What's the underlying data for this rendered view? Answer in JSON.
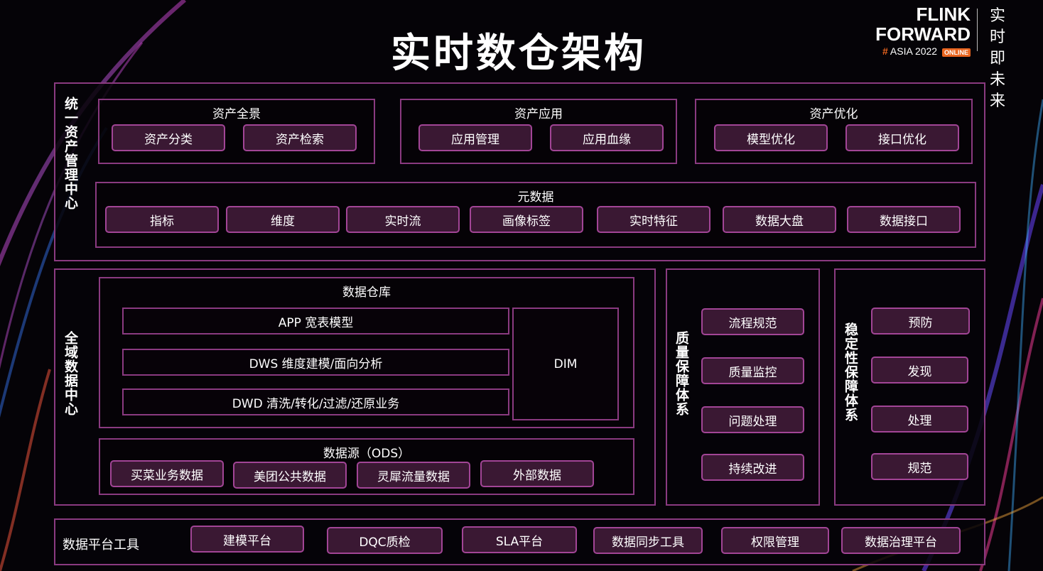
{
  "title": "实时数仓架构",
  "logo": {
    "line1": "FLINK",
    "line2": "FORWARD",
    "hash": "#",
    "line3": "ASIA 2022",
    "badge": "ONLINE",
    "slogan": "实时即未来"
  },
  "asset_center": {
    "side_label": "统一资产管理中心",
    "groups": [
      {
        "title": "资产全景",
        "items": [
          "资产分类",
          "资产检索"
        ]
      },
      {
        "title": "资产应用",
        "items": [
          "应用管理",
          "应用血缘"
        ]
      },
      {
        "title": "资产优化",
        "items": [
          "模型优化",
          "接口优化"
        ]
      }
    ],
    "metadata": {
      "title": "元数据",
      "items": [
        "指标",
        "维度",
        "实时流",
        "画像标签",
        "实时特征",
        "数据大盘",
        "数据接口"
      ]
    }
  },
  "data_center": {
    "side_label": "全域数据中心",
    "warehouse": {
      "title": "数据仓库",
      "layers": [
        "APP 宽表模型",
        "DWS 维度建模/面向分析",
        "DWD 清洗/转化/过滤/还原业务"
      ],
      "dim": "DIM"
    },
    "ods": {
      "title": "数据源（ODS）",
      "items": [
        "买菜业务数据",
        "美团公共数据",
        "灵犀流量数据",
        "外部数据"
      ]
    }
  },
  "quality": {
    "side_label": "质量保障体系",
    "items": [
      "流程规范",
      "质量监控",
      "问题处理",
      "持续改进"
    ]
  },
  "stability": {
    "side_label": "稳定性保障体系",
    "items": [
      "预防",
      "发现",
      "处理",
      "规范"
    ]
  },
  "tools": {
    "label": "数据平台工具",
    "items": [
      "建模平台",
      "DQC质检",
      "SLA平台",
      "数据同步工具",
      "权限管理",
      "数据治理平台"
    ]
  },
  "colors": {
    "border": "#8a3a80",
    "pill_bg": "#3a1833",
    "pill_border": "#a24596",
    "accent_orange": "#e8641e"
  }
}
